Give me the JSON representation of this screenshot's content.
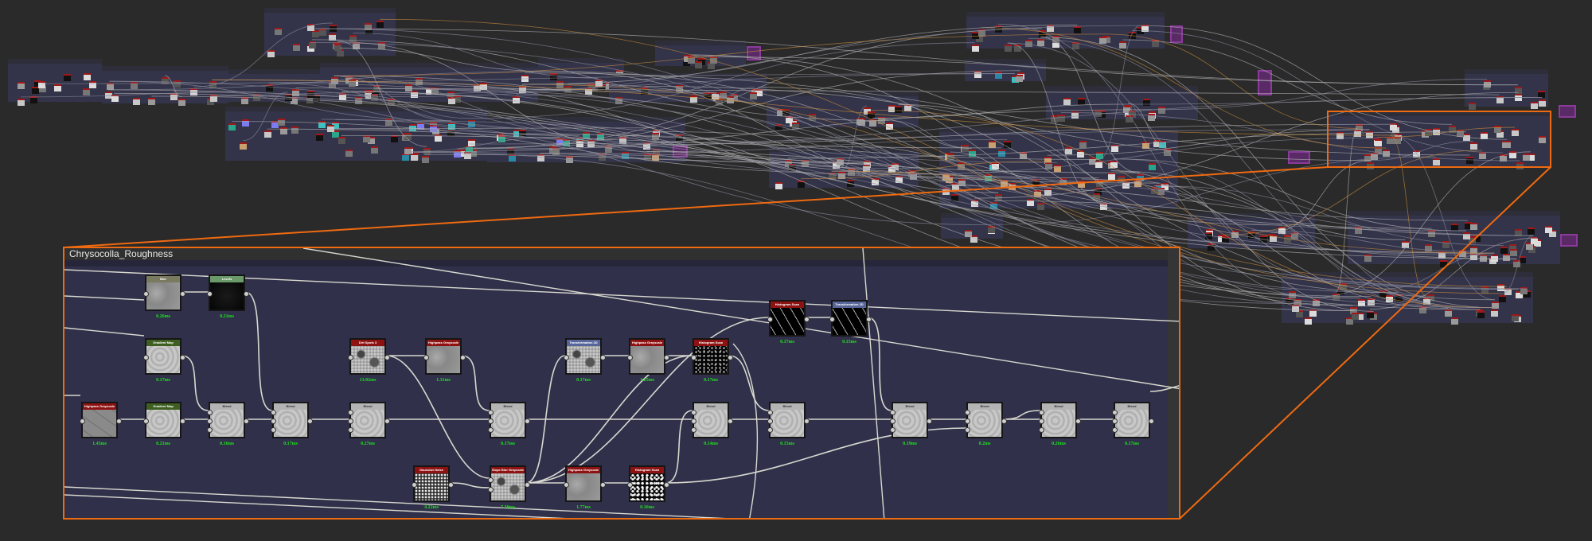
{
  "graph": {
    "inset_title": "Chrysocolla_Roughness",
    "colors": {
      "accent": "#f06a10",
      "frame": "#33334a",
      "background": "#2a2a2b",
      "time": "#1fe01f"
    },
    "nodes": [
      {
        "id": "n1",
        "label": "Blur",
        "time": "0.26ms",
        "header": "#7a7a60",
        "preview": "gray"
      },
      {
        "id": "n2",
        "label": "Levels",
        "time": "0.21ms",
        "header": "#6a9a6a",
        "preview": "dark"
      },
      {
        "id": "n3",
        "label": "Gradient Map",
        "time": "0.17ms",
        "header": "#3e5e22",
        "preview": "light"
      },
      {
        "id": "n4",
        "label": "Highpass Grayscale",
        "time": "1.43ms",
        "header": "#8e1212",
        "preview": "cracks"
      },
      {
        "id": "n5",
        "label": "Gradient Map",
        "time": "0.21ms",
        "header": "#3e5e22",
        "preview": "light"
      },
      {
        "id": "n6",
        "label": "Blend",
        "time": "0.16ms",
        "header": "blend",
        "preview": "light"
      },
      {
        "id": "n7",
        "label": "Blend",
        "time": "0.17ms",
        "header": "blend",
        "preview": "light"
      },
      {
        "id": "n8",
        "label": "Blend",
        "time": "0.27ms",
        "header": "blend",
        "preview": "light"
      },
      {
        "id": "n9",
        "label": "Dirt Spots 3",
        "time": "13.02ms",
        "header": "#8e1212",
        "preview": "mottled"
      },
      {
        "id": "n10",
        "label": "Highpass Grayscale",
        "time": "1.31ms",
        "header": "#8e1212",
        "preview": "gray"
      },
      {
        "id": "n11",
        "label": "Gaussian Noise",
        "time": "4.22ms",
        "header": "#8e1212",
        "preview": "noise"
      },
      {
        "id": "n12",
        "label": "Blend",
        "time": "0.17ms",
        "header": "blend",
        "preview": "light"
      },
      {
        "id": "n13",
        "label": "Transformation 2D",
        "time": "0.17ms",
        "header": "#56669a",
        "preview": "mottled"
      },
      {
        "id": "n14",
        "label": "Highpass Grayscale",
        "time": "1.25ms",
        "header": "#8e1212",
        "preview": "gray"
      },
      {
        "id": "n15",
        "label": "Histogram Scan",
        "time": "0.17ms",
        "header": "#8e1212",
        "preview": "specks"
      },
      {
        "id": "n16",
        "label": "Blend",
        "time": "0.14ms",
        "header": "blend",
        "preview": "light"
      },
      {
        "id": "n17",
        "label": "Blend",
        "time": "0.15ms",
        "header": "blend",
        "preview": "light"
      },
      {
        "id": "n18",
        "label": "Histogram Scan",
        "time": "0.17ms",
        "header": "#8e1212",
        "preview": "streaks"
      },
      {
        "id": "n19",
        "label": "Transformation 2D",
        "time": "0.15ms",
        "header": "#56669a",
        "preview": "streaks"
      },
      {
        "id": "n20",
        "label": "Slope Blur Grayscale",
        "time": "7.39ms",
        "header": "#8e1212",
        "preview": "mottled"
      },
      {
        "id": "n21",
        "label": "Highpass Grayscale",
        "time": "1.77ms",
        "header": "#8e1212",
        "preview": "gray"
      },
      {
        "id": "n22",
        "label": "Histogram Scan",
        "time": "0.16ms",
        "header": "#8e1212",
        "preview": "blotch"
      },
      {
        "id": "n23",
        "label": "Blend",
        "time": "0.19ms",
        "header": "blend",
        "preview": "light"
      },
      {
        "id": "n24",
        "label": "Blend",
        "time": "0.2ms",
        "header": "blend",
        "preview": "light"
      },
      {
        "id": "n25",
        "label": "Blend",
        "time": "0.26ms",
        "header": "blend",
        "preview": "light"
      },
      {
        "id": "n26",
        "label": "Blend",
        "time": "0.17ms",
        "header": "blend",
        "preview": "light"
      }
    ],
    "edges": [
      [
        "n1",
        0,
        "n2",
        0
      ],
      [
        "n2",
        0,
        "n7",
        0
      ],
      [
        "n3",
        0,
        "n6",
        0
      ],
      [
        "n4",
        0,
        "n5",
        0
      ],
      [
        "n5",
        0,
        "n6",
        1
      ],
      [
        "n6",
        0,
        "n7",
        1
      ],
      [
        "n7",
        0,
        "n8",
        1
      ],
      [
        "n9",
        0,
        "n10",
        0
      ],
      [
        "n9",
        0,
        "n20",
        0
      ],
      [
        "n10",
        0,
        "n12",
        0
      ],
      [
        "n8",
        0,
        "n12",
        1
      ],
      [
        "n12",
        0,
        "n16",
        1
      ],
      [
        "n13",
        0,
        "n14",
        0
      ],
      [
        "n14",
        0,
        "n15",
        0
      ],
      [
        "n15",
        0,
        "n17",
        0
      ],
      [
        "n20",
        0,
        "n13",
        0
      ],
      [
        "n20",
        0,
        "n15",
        0
      ],
      [
        "n20",
        0,
        "n21",
        0
      ],
      [
        "n20",
        0,
        "n18",
        0
      ],
      [
        "n11",
        0,
        "n20",
        1
      ],
      [
        "n21",
        0,
        "n22",
        0
      ],
      [
        "n22",
        0,
        "n16",
        0
      ],
      [
        "n22",
        0,
        "n24",
        2
      ],
      [
        "n16",
        0,
        "n17",
        1
      ],
      [
        "n18",
        0,
        "n19",
        0
      ],
      [
        "n19",
        0,
        "n23",
        0
      ],
      [
        "n17",
        0,
        "n23",
        1
      ],
      [
        "n23",
        0,
        "n24",
        1
      ],
      [
        "n24",
        0,
        "n25",
        0
      ],
      [
        "n24",
        0,
        "n25",
        1
      ],
      [
        "n25",
        0,
        "n26",
        1
      ]
    ]
  }
}
